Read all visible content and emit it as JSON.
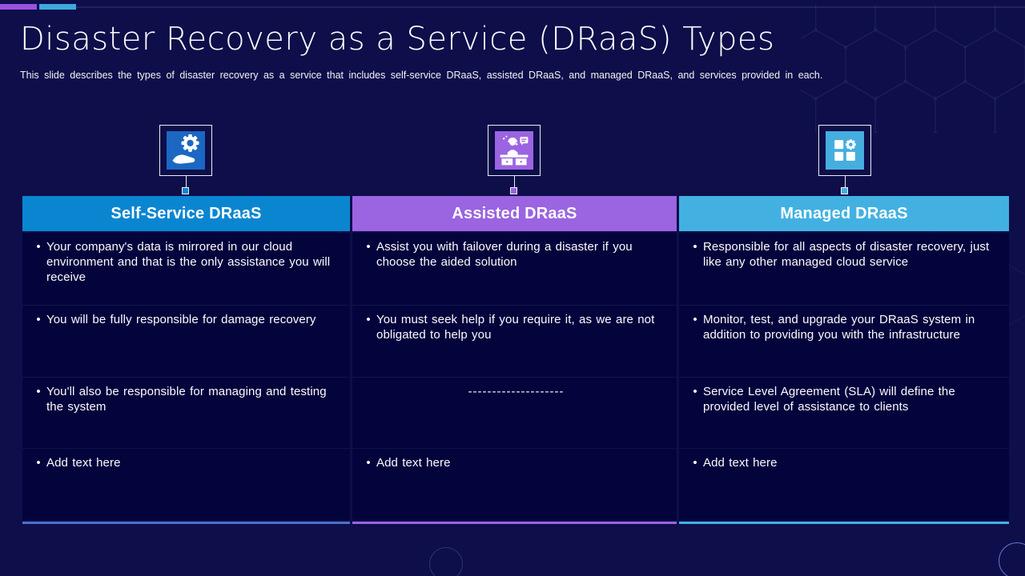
{
  "top_bar": {
    "purple": "#9a52dd",
    "blue": "#3fa9dc"
  },
  "slide": {
    "title": "Disaster Recovery as a Service (DRaaS) Types",
    "subtitle": "This slide describes the types of disaster recovery as a service that includes self-service DRaaS, assisted DRaaS, and managed DRaaS, and services provided in each."
  },
  "columns": [
    {
      "header": "Self-Service DRaaS",
      "header_color": "#0a86d1",
      "icon": "hand-holding-gear-icon",
      "icon_color": "#1b67c1",
      "accent_color": "#4a72cc",
      "rows": [
        {
          "bullet": true,
          "text": "Your company's data is mirrored in our cloud environment and that is the only assistance you will receive"
        },
        {
          "bullet": true,
          "text": "You will be fully responsible for damage recovery"
        },
        {
          "bullet": true,
          "text": "You'll also be responsible for managing and testing the system"
        },
        {
          "bullet": true,
          "text": "Add text here"
        }
      ]
    },
    {
      "header": "Assisted DRaaS",
      "header_color": "#9b64e0",
      "icon": "support-desk-icon",
      "icon_color": "#9b64e0",
      "accent_color": "#9b64e0",
      "rows": [
        {
          "bullet": true,
          "text": "Assist you with failover during a disaster if you choose the aided solution"
        },
        {
          "bullet": true,
          "text": "You must seek help if you require it, as we are not obligated to help you"
        },
        {
          "bullet": false,
          "text": "--------------------"
        },
        {
          "bullet": true,
          "text": "Add text here"
        }
      ]
    },
    {
      "header": "Managed DRaaS",
      "header_color": "#42b1e2",
      "icon": "modules-gear-icon",
      "icon_color": "#45aede",
      "accent_color": "#42b1e2",
      "rows": [
        {
          "bullet": true,
          "text": "Responsible for all aspects of disaster recovery, just like any other managed cloud service"
        },
        {
          "bullet": true,
          "text": "Monitor, test, and upgrade your DRaaS system in addition to providing you with the infrastructure"
        },
        {
          "bullet": true,
          "text": "Service Level Agreement (SLA) will define the provided level of assistance to clients"
        },
        {
          "bullet": true,
          "text": "Add text here"
        }
      ]
    }
  ]
}
